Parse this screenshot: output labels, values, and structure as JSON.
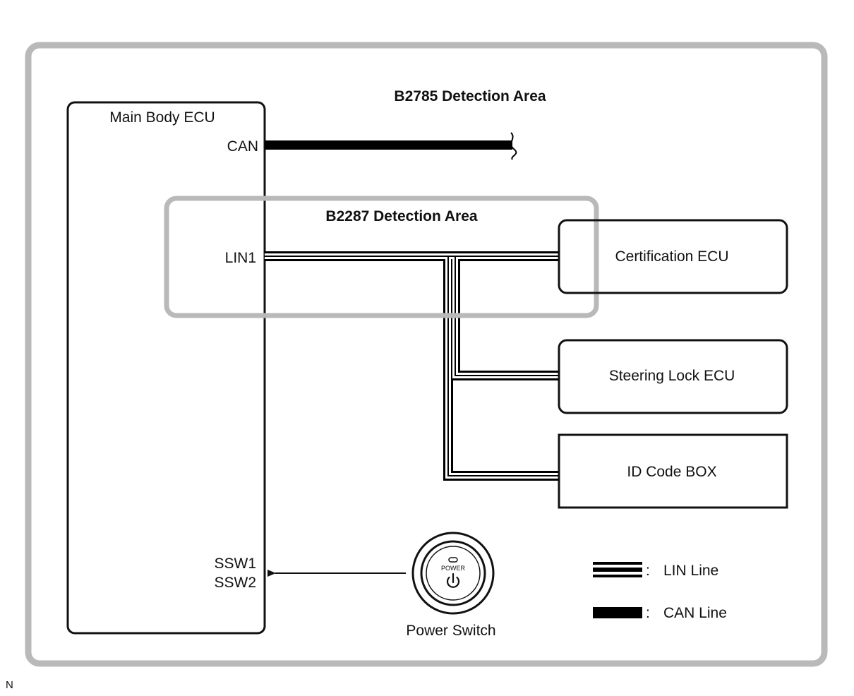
{
  "areas": {
    "outer_label": "B2785 Detection Area",
    "inner_label": "B2287 Detection Area"
  },
  "main_ecu": {
    "title": "Main Body ECU",
    "can_pin": "CAN",
    "lin_pin": "LIN1",
    "ssw1_pin": "SSW1",
    "ssw2_pin": "SSW2"
  },
  "components": {
    "certification": "Certification ECU",
    "steering_lock": "Steering Lock ECU",
    "id_code_box": "ID Code BOX"
  },
  "power_switch": {
    "label": "Power Switch",
    "button_text": "POWER"
  },
  "legend": {
    "separator": ":",
    "lin_label": "LIN Line",
    "can_label": "CAN Line"
  },
  "corner_mark": "N",
  "colors": {
    "area_border": "#b9b9b9",
    "line": "#000000",
    "background": "#ffffff"
  }
}
